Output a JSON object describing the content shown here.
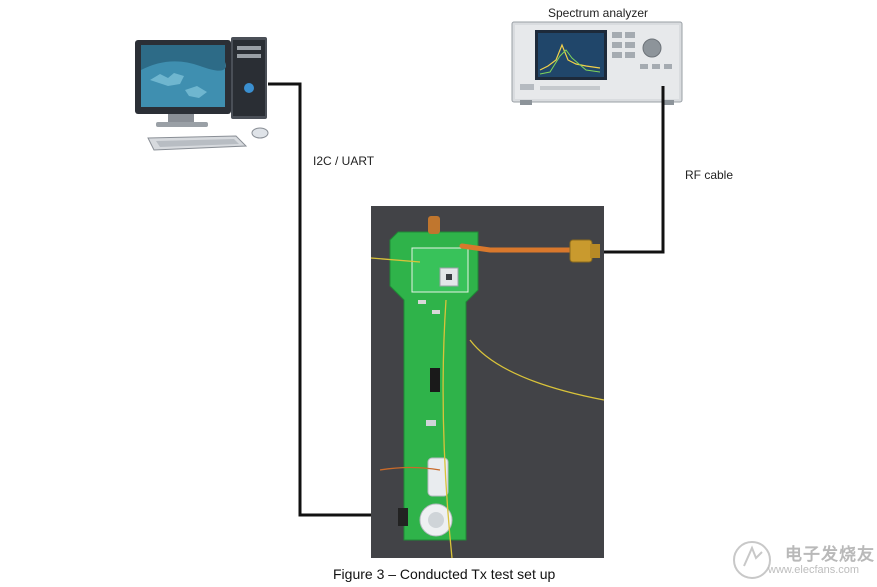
{
  "labels": {
    "spectrum_analyzer": "Spectrum analyzer",
    "i2c_uart": "I2C / UART",
    "rf_cable": "RF cable"
  },
  "caption": "Figure 3 – Conducted Tx test set up",
  "watermark": {
    "text": "电子发烧友",
    "url": "www.elecfans.com"
  },
  "icons": {
    "computer": "desktop-computer-icon",
    "instrument": "spectrum-analyzer-icon",
    "board": "pcb-board-photo"
  },
  "colors": {
    "cable": "#111111",
    "pcb": "#2fb34a",
    "rf_cable": "#d9782c",
    "background": "#ffffff"
  }
}
